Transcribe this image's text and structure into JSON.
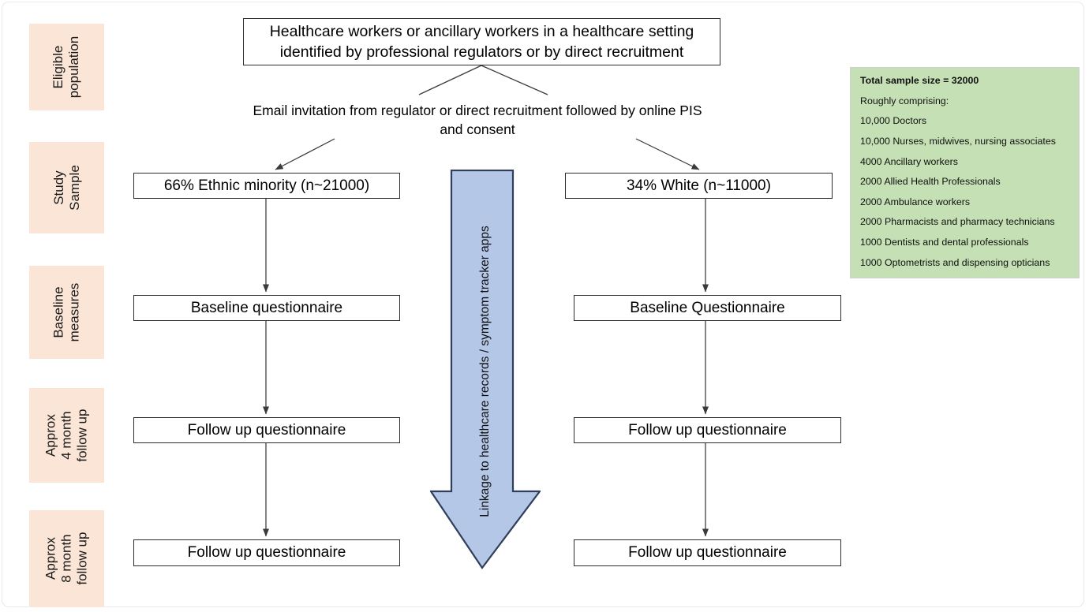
{
  "diagram": {
    "title": "Study recruitment and follow-up flow diagram",
    "colors": {
      "stage_label_bg": "#FBE5D6",
      "sample_panel_bg": "#C5E0B4",
      "linkage_arrow_fill": "#B4C7E7",
      "linkage_arrow_stroke": "#2F3E5B",
      "box_border": "#2b2b2b",
      "connector": "#3a3a3a"
    }
  },
  "stages": [
    {
      "label": "Eligible\npopulation"
    },
    {
      "label": "Study\nSample"
    },
    {
      "label": "Baseline\nmeasures"
    },
    {
      "label": "Approx\n4 month\nfollow up"
    },
    {
      "label": "Approx\n8 month\nfollow up"
    }
  ],
  "nodes": {
    "eligible_population": "Healthcare workers or ancillary workers in a healthcare setting identified by professional regulators or by direct recruitment",
    "recruitment_caption": "Email invitation from regulator or direct recruitment followed by online PIS and consent",
    "ethnic_minority_arm": "66% Ethnic minority (n~21000)",
    "white_arm": "34% White (n~11000)",
    "ethnic_baseline": "Baseline questionnaire",
    "white_baseline": "Baseline Questionnaire",
    "ethnic_followup_4m": "Follow up questionnaire",
    "white_followup_4m": "Follow up questionnaire",
    "ethnic_followup_8m": "Follow up questionnaire",
    "white_followup_8m": "Follow up questionnaire"
  },
  "linkage": {
    "label": "Linkage to healthcare records / symptom tracker apps"
  },
  "sample_panel": {
    "lines": [
      {
        "text": "Total sample size = 32000",
        "strong": true
      },
      {
        "text": "Roughly comprising:",
        "strong": false
      },
      {
        "text": "10,000 Doctors",
        "strong": false
      },
      {
        "text": "10,000 Nurses, midwives, nursing associates",
        "strong": false
      },
      {
        "text": "4000 Ancillary workers",
        "strong": false
      },
      {
        "text": "2000 Allied Health Professionals",
        "strong": false
      },
      {
        "text": "2000 Ambulance workers",
        "strong": false
      },
      {
        "text": "2000 Pharmacists and pharmacy technicians",
        "strong": false
      },
      {
        "text": "1000 Dentists and dental professionals",
        "strong": false
      },
      {
        "text": "1000 Optometrists and dispensing opticians",
        "strong": false
      }
    ],
    "total_sample_size": 32000,
    "composition": [
      {
        "count": 10000,
        "group": "Doctors"
      },
      {
        "count": 10000,
        "group": "Nurses, midwives, nursing associates"
      },
      {
        "count": 4000,
        "group": "Ancillary workers"
      },
      {
        "count": 2000,
        "group": "Allied Health Professionals"
      },
      {
        "count": 2000,
        "group": "Ambulance workers"
      },
      {
        "count": 2000,
        "group": "Pharmacists and pharmacy technicians"
      },
      {
        "count": 1000,
        "group": "Dentists and dental professionals"
      },
      {
        "count": 1000,
        "group": "Optometrists and dispensing opticians"
      }
    ]
  }
}
